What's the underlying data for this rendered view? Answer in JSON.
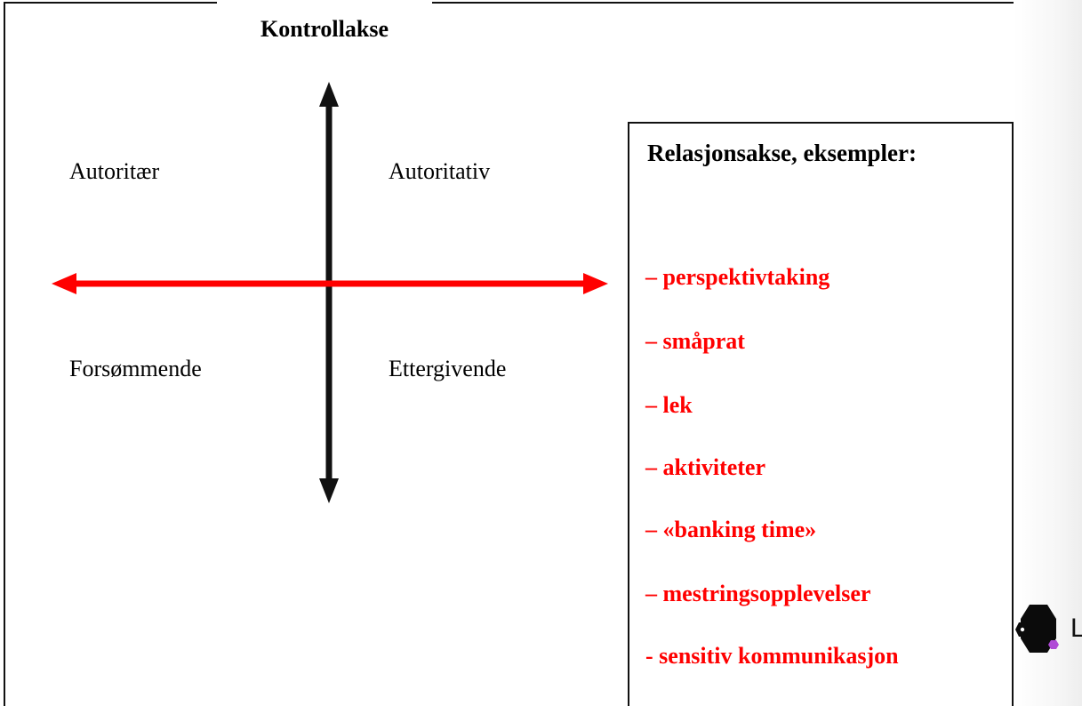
{
  "diagram": {
    "title": "Kontrollakse",
    "quadrants": {
      "top_left": "Autoritær",
      "top_right": "Autoritativ",
      "bottom_left": "Forsømmende",
      "bottom_right": "Ettergivende"
    },
    "axis_colors": {
      "vertical": "#111111",
      "horizontal": "#ff0000"
    }
  },
  "relation_box": {
    "title": "Relasjonsakse, eksempler:",
    "items": [
      "– perspektivtaking",
      "– småprat",
      "– lek",
      "– aktiviteter",
      "– «banking time»",
      "– mestringsopplevelser",
      "- sensitiv kommunikasjon"
    ],
    "item_color": "#ff0000"
  },
  "logo": {
    "icon": "hexagon-logo-icon",
    "partial_text": "L"
  }
}
